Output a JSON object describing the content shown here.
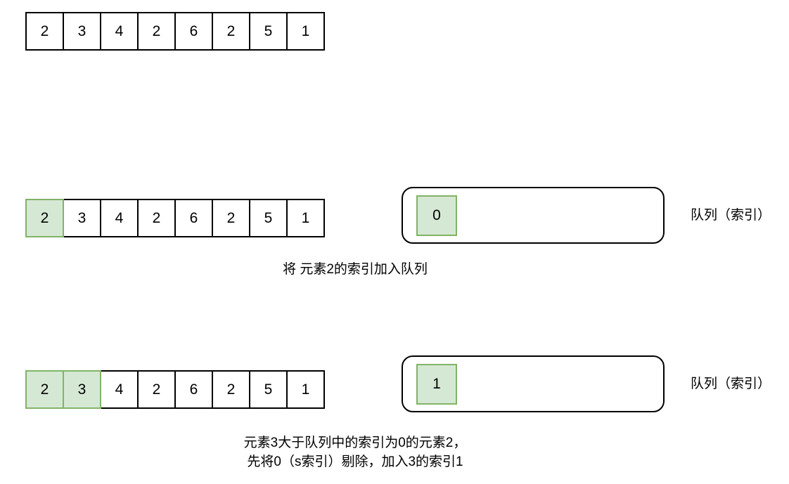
{
  "diagram": {
    "title_text": "",
    "colors": {
      "highlight_fill": "#d5e8d4",
      "highlight_border": "#82b366",
      "cell_border": "#000000",
      "background": "#ffffff"
    },
    "rows": [
      {
        "id": "initial",
        "values": [
          "2",
          "3",
          "4",
          "2",
          "6",
          "2",
          "5",
          "1"
        ],
        "highlighted": [
          false,
          false,
          false,
          false,
          false,
          false,
          false,
          false
        ]
      },
      {
        "id": "step1",
        "values": [
          "2",
          "3",
          "4",
          "2",
          "6",
          "2",
          "5",
          "1"
        ],
        "highlighted": [
          true,
          false,
          false,
          false,
          false,
          false,
          false,
          false
        ]
      },
      {
        "id": "step2",
        "values": [
          "2",
          "3",
          "4",
          "2",
          "6",
          "2",
          "5",
          "1"
        ],
        "highlighted": [
          true,
          true,
          false,
          false,
          false,
          false,
          false,
          false
        ]
      }
    ],
    "queues": [
      {
        "id": "step1",
        "items": [
          "0"
        ],
        "label": "队列（索引）"
      },
      {
        "id": "step2",
        "items": [
          "1"
        ],
        "label": "队列（索引）"
      }
    ],
    "captions": [
      {
        "id": "step1",
        "lines": [
          "将 元素2的索引加入队列"
        ]
      },
      {
        "id": "step2",
        "lines": [
          "元素3大于队列中的索引为0的元素2，",
          "先将0（s索引）剔除，加入3的索引1"
        ]
      }
    ]
  }
}
